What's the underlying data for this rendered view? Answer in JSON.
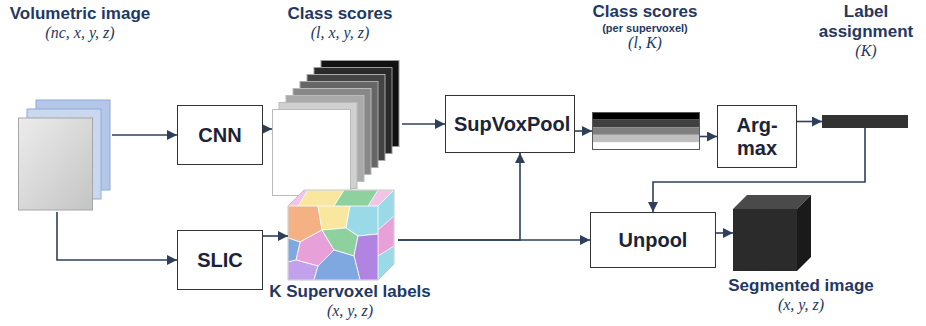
{
  "diagram": {
    "nodes": [
      {
        "text": [
          "Volumetric image",
          "(nc, x, y, z)"
        ]
      },
      {
        "text": [
          "CNN"
        ]
      },
      {
        "text": [
          "Class scores",
          "(l, x, y, z)"
        ]
      },
      {
        "text": [
          "SLIC"
        ]
      },
      {
        "text": [
          "K Supervoxel labels",
          "(x, y, z)"
        ]
      },
      {
        "text": [
          "SupVoxPool"
        ]
      },
      {
        "text": [
          "Class scores",
          "(per supervoxel)",
          "(l, K)"
        ]
      },
      {
        "text": [
          "Arg- max"
        ]
      },
      {
        "text": [
          "Label assignment",
          "(K)"
        ]
      },
      {
        "text": [
          "Unpool"
        ]
      },
      {
        "text": [
          "Segmented image",
          "(x, y, z)"
        ]
      }
    ],
    "edges": [
      {
        "from": 0,
        "to": 1,
        "arrow": "to"
      },
      {
        "from": 0,
        "to": 3,
        "arrow": "to"
      },
      {
        "from": 1,
        "to": 2,
        "arrow": "to"
      },
      {
        "from": 2,
        "to": 5,
        "arrow": "to"
      },
      {
        "from": 3,
        "to": 4,
        "arrow": "to"
      },
      {
        "from": 4,
        "to": 5,
        "arrow": "to"
      },
      {
        "from": 4,
        "to": 9,
        "arrow": "to"
      },
      {
        "from": 5,
        "to": 6,
        "arrow": "to"
      },
      {
        "from": 6,
        "to": 7,
        "arrow": "to"
      },
      {
        "from": 7,
        "to": 8,
        "arrow": "to"
      },
      {
        "from": 8,
        "to": 9,
        "arrow": "to"
      },
      {
        "from": 9,
        "to": 10,
        "arrow": "to"
      }
    ]
  }
}
